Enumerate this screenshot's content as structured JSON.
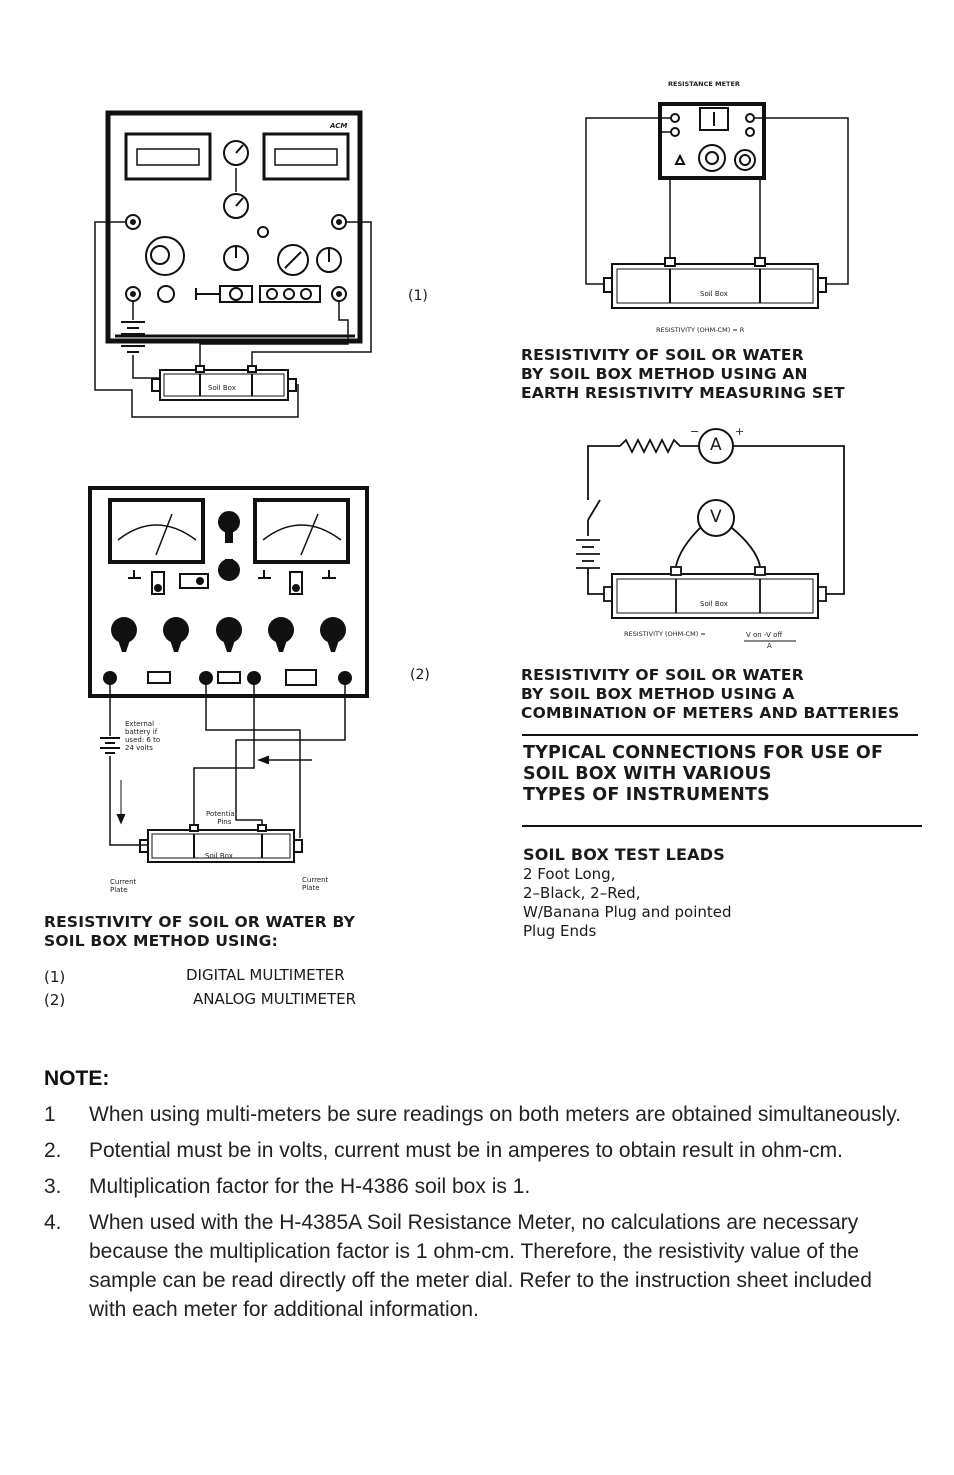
{
  "figure1": {
    "label": "(1)",
    "brand": "ACM",
    "soil_box": "Soil Box"
  },
  "figure2": {
    "label": "(2)",
    "battery_text": [
      "External",
      "battery if",
      "used: 6 to",
      "24 volts"
    ],
    "potential_pins": [
      "Potential",
      "Pins"
    ],
    "soil_box": "Soil Box",
    "current_plate_left": [
      "Current",
      "Plate"
    ],
    "current_plate_right": [
      "Current",
      "Plate"
    ]
  },
  "figure3": {
    "meter_title": "RESISTANCE METER",
    "soil_box": "Soil Box",
    "formula": "RESISTIVITY (OHM-CM) = R",
    "caption": [
      "RESISTIVITY OF SOIL OR WATER",
      "BY SOIL BOX METHOD USING AN",
      "EARTH RESISTIVITY MEASURING SET"
    ]
  },
  "figure4": {
    "ammeter": "A",
    "voltmeter": "V",
    "soil_box": "Soil Box",
    "formula_prefix": "RESISTIVITY (OHM-CM) =",
    "formula_numerator": "V on -V off",
    "formula_denominator": "A",
    "caption": [
      "RESISTIVITY OF SOIL OR WATER",
      "BY SOIL BOX METHOD USING A",
      "COMBINATION OF METERS AND BATTERIES"
    ]
  },
  "typical_connections": [
    "TYPICAL CONNECTIONS FOR USE OF",
    "SOIL BOX WITH VARIOUS",
    "TYPES OF INSTRUMENTS"
  ],
  "test_leads": {
    "title": "SOIL BOX TEST LEADS",
    "lines": [
      "2 Foot Long,",
      "2–Black, 2–Red,",
      "W/Banana Plug and pointed",
      "Plug Ends"
    ]
  },
  "left_caption": [
    "RESISTIVITY OF SOIL OR WATER BY",
    "SOIL BOX METHOD USING:"
  ],
  "methods": [
    {
      "num": "(1)",
      "name": "DIGITAL MULTIMETER"
    },
    {
      "num": "(2)",
      "name": "ANALOG MULTIMETER"
    }
  ],
  "note": {
    "title": "NOTE:",
    "items": [
      {
        "num": "1",
        "text": "When using multi-meters be sure readings on both meters are obtained simultaneously."
      },
      {
        "num": "2.",
        "text": "Potential must be in volts, current must be in amperes to obtain result in ohm-cm."
      },
      {
        "num": "3.",
        "text": "Multiplication factor for the H-4386 soil box is 1."
      },
      {
        "num": "4.",
        "text": "When used with the H-4385A Soil Resistance Meter, no calculations are necessary because the multiplication factor is 1 ohm-cm. Therefore, the resistivity value of the sample can be read directly off the meter dial. Refer to the instruction sheet included with each meter for additional information."
      }
    ]
  }
}
